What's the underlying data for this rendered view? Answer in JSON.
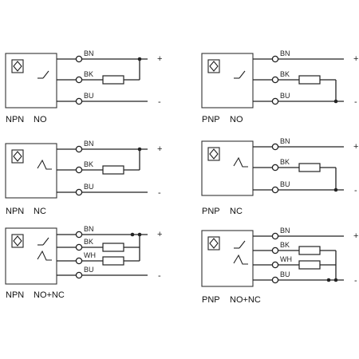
{
  "diagrams": [
    {
      "id": "npn-no",
      "type": "NPN",
      "mode": "NO",
      "wires": [
        "BN",
        "BK",
        "BU"
      ],
      "plus": "+",
      "minus": "-"
    },
    {
      "id": "pnp-no",
      "type": "PNP",
      "mode": "NO",
      "wires": [
        "BN",
        "BK",
        "BU"
      ],
      "plus": "+",
      "minus": "-"
    },
    {
      "id": "npn-nc",
      "type": "NPN",
      "mode": "NC",
      "wires": [
        "BN",
        "BK",
        "BU"
      ],
      "plus": "+",
      "minus": "-"
    },
    {
      "id": "pnp-nc",
      "type": "PNP",
      "mode": "NC",
      "wires": [
        "BN",
        "BK",
        "BU"
      ],
      "plus": "+",
      "minus": "-"
    },
    {
      "id": "npn-no-nc",
      "type": "NPN",
      "mode": "NO+NC",
      "wires": [
        "BN",
        "BK",
        "WH",
        "BU"
      ],
      "plus": "+",
      "minus": "-"
    },
    {
      "id": "pnp-no-nc",
      "type": "PNP",
      "mode": "NO+NC",
      "wires": [
        "BN",
        "BK",
        "WH",
        "BU"
      ],
      "plus": "+",
      "minus": "-"
    }
  ]
}
